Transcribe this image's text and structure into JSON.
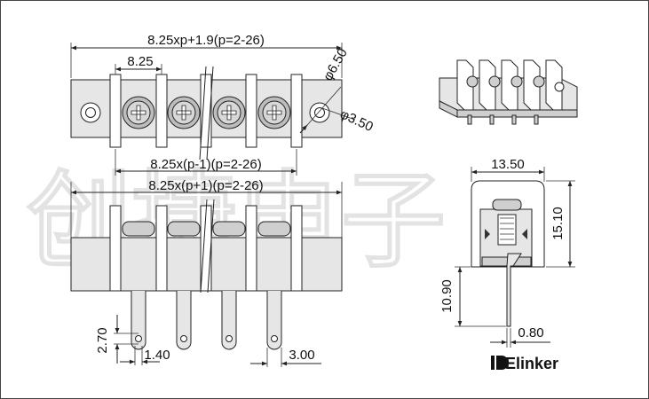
{
  "watermark": "创捷电子",
  "top_view": {
    "overall_dim": "8.25xp+1.9(p=2-26)",
    "pitch_dim": "8.25",
    "hole_outer_dim": "φ6.50",
    "hole_inner_dim": "φ3.50"
  },
  "front_view": {
    "inner_span_dim": "8.25x(p-1)(p=2-26)",
    "outer_span_dim": "8.25x(p+1)(p=2-26)",
    "pin_slot_dim": "2.70",
    "pin_width_dim": "1.40",
    "pin_spacing_dim": "3.00"
  },
  "side_view": {
    "width_dim": "13.50",
    "height_dim": "15.10",
    "pin_length_dim": "10.90",
    "pin_thickness_dim": "0.80"
  },
  "logo": {
    "text": "Elinker"
  }
}
